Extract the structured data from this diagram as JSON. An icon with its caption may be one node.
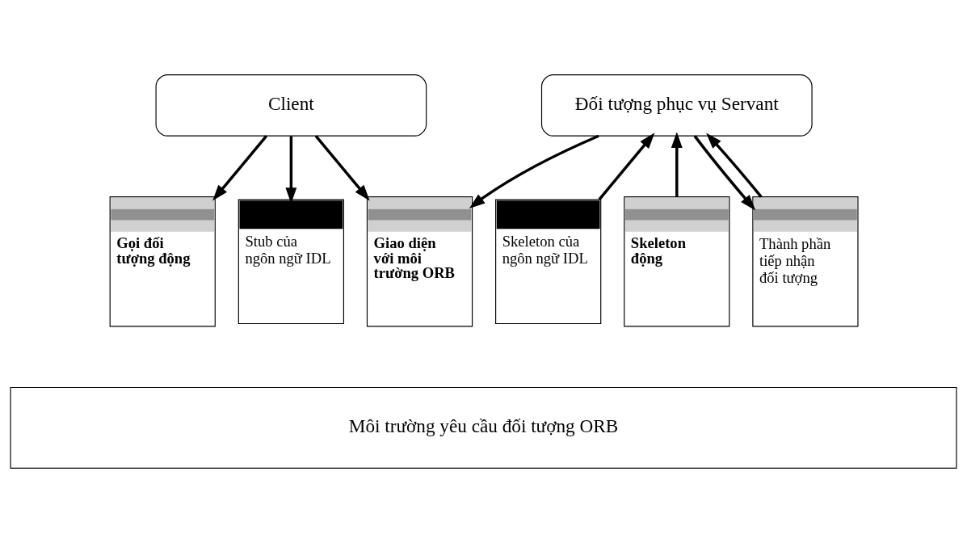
{
  "diagram": {
    "nodes": [
      {
        "text": [
          "Client"
        ]
      },
      {
        "text": [
          "Đối tượng phục vụ Servant"
        ]
      },
      {
        "text": [
          "Gọi đối tượng động"
        ]
      },
      {
        "text": [
          "Stub của ngôn ngữ IDL"
        ]
      },
      {
        "text": [
          "Giao diện với môi trường ORB"
        ]
      },
      {
        "text": [
          "Skeleton của ngôn ngữ IDL"
        ]
      },
      {
        "text": [
          "Skeleton động"
        ]
      },
      {
        "text": [
          "Thành phần tiếp nhận đối tượng"
        ]
      },
      {
        "text": [
          "Môi trường yêu cầu đối tượng ORB"
        ]
      }
    ],
    "edges": [
      {
        "from": 0,
        "to": 2,
        "arrow": "to"
      },
      {
        "from": 0,
        "to": 3,
        "arrow": "to"
      },
      {
        "from": 0,
        "to": 4,
        "arrow": "to"
      },
      {
        "from": 1,
        "to": 4,
        "arrow": "to"
      },
      {
        "from": 5,
        "to": 1,
        "arrow": "to"
      },
      {
        "from": 6,
        "to": 1,
        "arrow": "to"
      },
      {
        "from": 1,
        "to": 7,
        "arrow": "to"
      },
      {
        "from": 7,
        "to": 1,
        "arrow": "to"
      }
    ]
  }
}
